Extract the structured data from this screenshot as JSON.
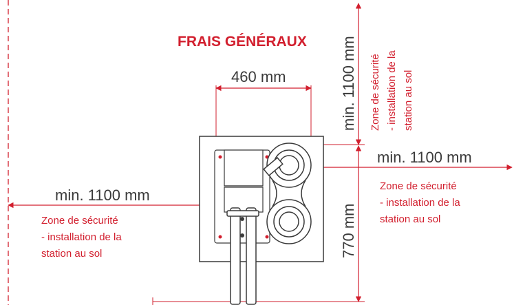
{
  "title": "FRAIS GÉNÉRAUX",
  "dimensions": {
    "width_top": "460 mm",
    "top_clearance": "min. 1100 mm",
    "right_clearance": "min. 1100 mm",
    "left_clearance": "min. 1100 mm",
    "depth": "770 mm"
  },
  "safety_zone": {
    "line1": "Zone de sécurité",
    "line2": "- installation de la",
    "line3": "station au sol"
  },
  "colors": {
    "accent": "#d21f2e",
    "line": "#3a3a3a"
  }
}
